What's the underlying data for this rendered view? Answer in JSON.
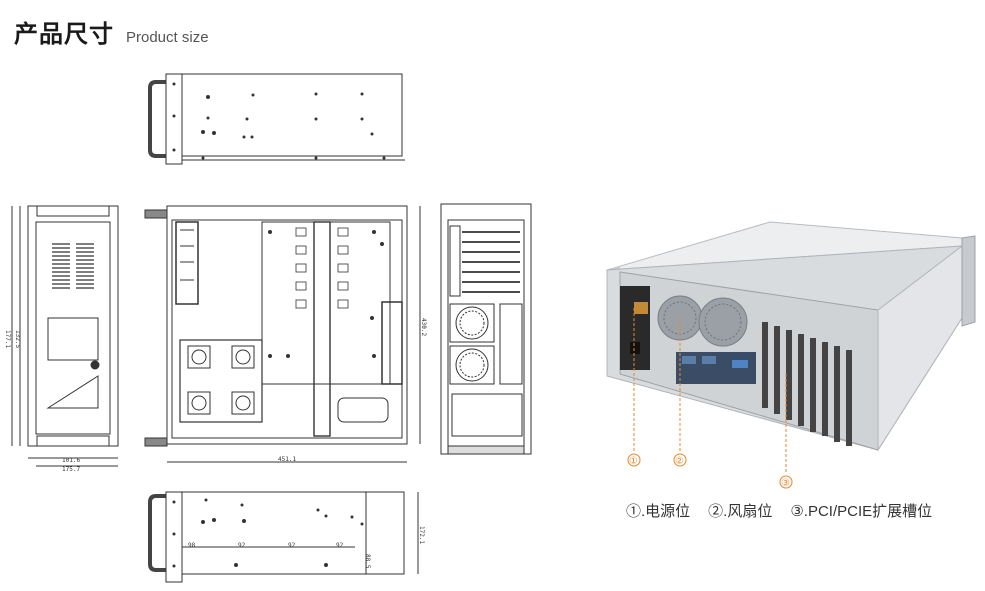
{
  "header": {
    "title_cn": "产品尺寸",
    "title_en": "Product size"
  },
  "dimensions": {
    "front_width_inner": "101.6",
    "front_width_outer": "175.7",
    "front_height_outer": "177.1",
    "front_height_inner": "132.5",
    "top_depth": "451.1",
    "side_height": "430.2",
    "bottom_spacings": [
      "98",
      "92",
      "92",
      "92"
    ],
    "bottom_depth": "88.5",
    "bottom_height": "172.1"
  },
  "callouts": [
    "①",
    "②",
    "③"
  ],
  "legend": {
    "items": [
      "①.电源位",
      "②.风扇位",
      "③.PCI/PCIE扩展槽位"
    ]
  },
  "colors": {
    "callout": "#e8862a",
    "line": "#333333",
    "chassis": "#d8dadc"
  }
}
